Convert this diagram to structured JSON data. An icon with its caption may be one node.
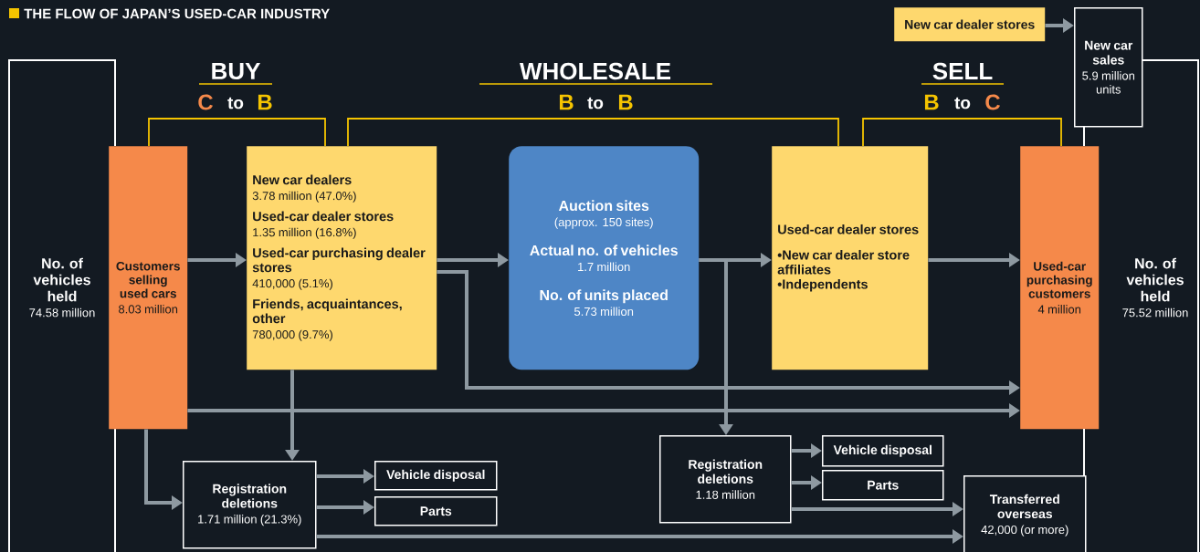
{
  "diagram": {
    "title": "THE FLOW OF JAPAN’S USED-CAR INDUSTRY",
    "nodes": [
      {
        "text": [
          "No. of vehicles held",
          "74.58 million"
        ]
      },
      {
        "text": [
          "Customers selling used cars",
          "8.03 million"
        ]
      },
      {
        "text": [
          "New car dealers",
          "3.78 million (47.0%)",
          "Used-car dealer stores",
          "1.35 million (16.8%)",
          "Used-car purchasing dealer stores",
          "410,000 (5.1%)",
          "Friends, acquaintances, other",
          "780,000 (9.7%)"
        ]
      },
      {
        "text": [
          "Auction sites",
          "(approx. 150 sites)",
          "Actual no. of vehicles",
          "1.7 million",
          "No. of units placed",
          "5.73 million"
        ]
      },
      {
        "text": [
          "Used-car dealer stores",
          "•New car dealer store affiliates",
          "•Independents"
        ]
      },
      {
        "text": [
          "Used-car purchasing customers",
          "4 million"
        ]
      },
      {
        "text": [
          "No. of vehicles held",
          "75.52 million"
        ]
      },
      {
        "text": [
          "New car dealer stores"
        ]
      },
      {
        "text": [
          "New car sales",
          "5.9 million units"
        ]
      },
      {
        "text": [
          "Registration deletions",
          "1.71 million (21.3%)"
        ]
      },
      {
        "text": [
          "Vehicle disposal"
        ]
      },
      {
        "text": [
          "Parts"
        ]
      },
      {
        "text": [
          "Registration deletions",
          "1.18 million"
        ]
      },
      {
        "text": [
          "Vehicle disposal"
        ]
      },
      {
        "text": [
          "Parts"
        ]
      },
      {
        "text": [
          "Transferred overseas",
          "42,000 (or more)"
        ]
      }
    ],
    "edges": [
      {
        "from": 1,
        "to": 2,
        "arrow": "to"
      },
      {
        "from": 2,
        "to": 3,
        "arrow": "to"
      },
      {
        "from": 2,
        "to": 5,
        "arrow": "to"
      },
      {
        "from": 1,
        "to": 5,
        "arrow": "to"
      },
      {
        "from": 2,
        "to": 9,
        "arrow": "to"
      },
      {
        "from": 1,
        "to": 9,
        "arrow": "to"
      },
      {
        "from": 9,
        "to": 10,
        "arrow": "to"
      },
      {
        "from": 9,
        "to": 11,
        "arrow": "to"
      },
      {
        "from": 9,
        "to": 15,
        "arrow": "to"
      },
      {
        "from": 3,
        "to": 4,
        "arrow": "to"
      },
      {
        "from": 3,
        "to": 12,
        "arrow": "to"
      },
      {
        "from": 4,
        "to": 5,
        "arrow": "to"
      },
      {
        "from": 12,
        "to": 13,
        "arrow": "to"
      },
      {
        "from": 12,
        "to": 14,
        "arrow": "to"
      },
      {
        "from": 12,
        "to": 15,
        "arrow": "to"
      },
      {
        "from": 7,
        "to": 8,
        "arrow": "to"
      }
    ],
    "labels": [
      "BUY",
      "C",
      "to",
      "B",
      "WHOLESALE",
      "B",
      "to",
      "B",
      "SELL",
      "B",
      "to",
      "C"
    ]
  }
}
